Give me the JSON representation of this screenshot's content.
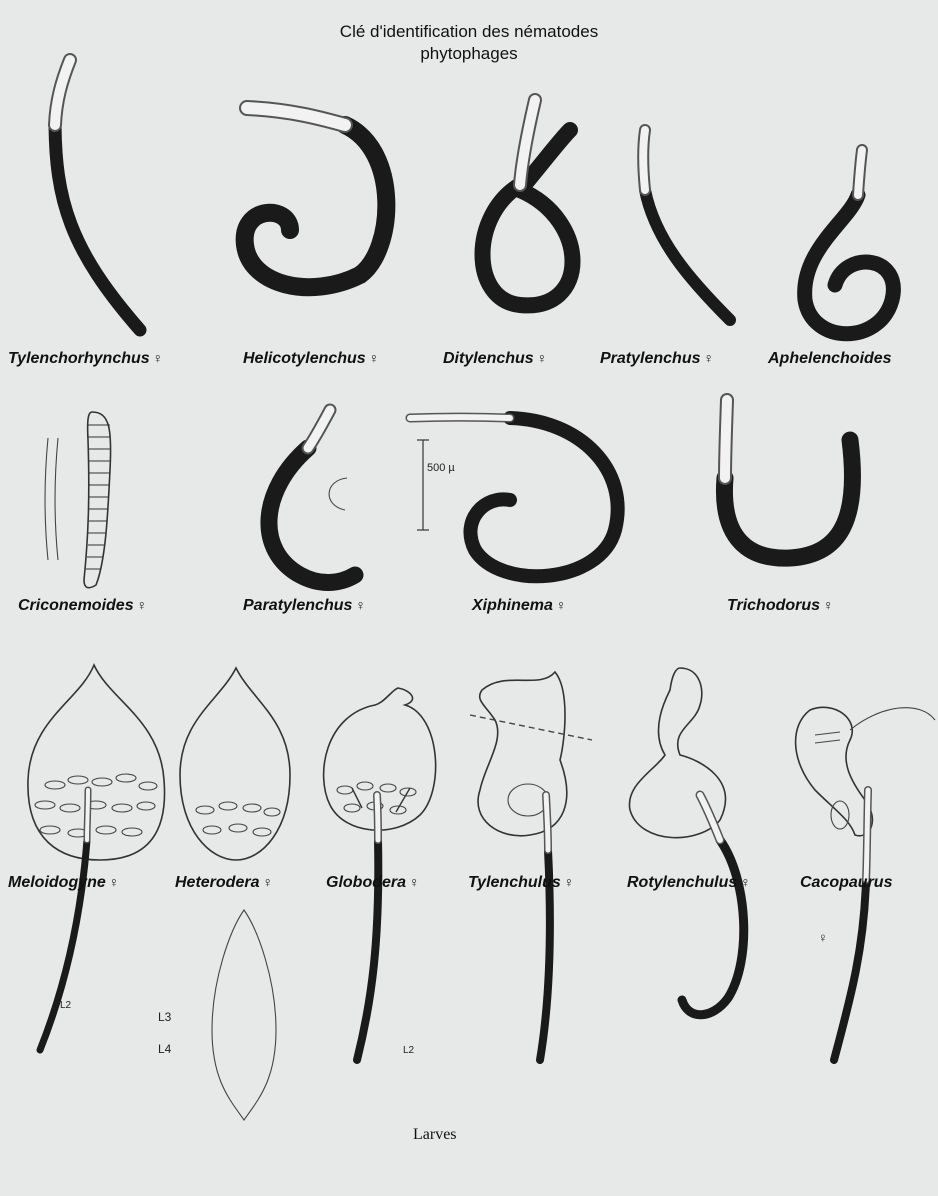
{
  "title": {
    "line1": "Clé d'identification des nématodes",
    "line2": "phytophages"
  },
  "female_symbol": "♀",
  "row1": [
    {
      "genus": "Tylenchorhynchus"
    },
    {
      "genus": "Helicotylenchus"
    },
    {
      "genus": "Ditylenchus"
    },
    {
      "genus": "Pratylenchus"
    },
    {
      "genus": "Aphelenchoides"
    }
  ],
  "row2": [
    {
      "genus": "Criconemoides"
    },
    {
      "genus": "Paratylenchus"
    },
    {
      "genus": "Xiphinema"
    },
    {
      "genus": "Trichodorus"
    }
  ],
  "row3": [
    {
      "genus": "Meloidogyne"
    },
    {
      "genus": "Heterodera"
    },
    {
      "genus": "Globodera"
    },
    {
      "genus": "Tylenchulus"
    },
    {
      "genus": "Rotylenchulus"
    },
    {
      "genus": "Cacopaurus"
    }
  ],
  "scale_bar": "500 µ",
  "larval_stages": {
    "l3": "L3",
    "l4": "L4"
  },
  "larva_mark": "L2",
  "footer": "Larves"
}
